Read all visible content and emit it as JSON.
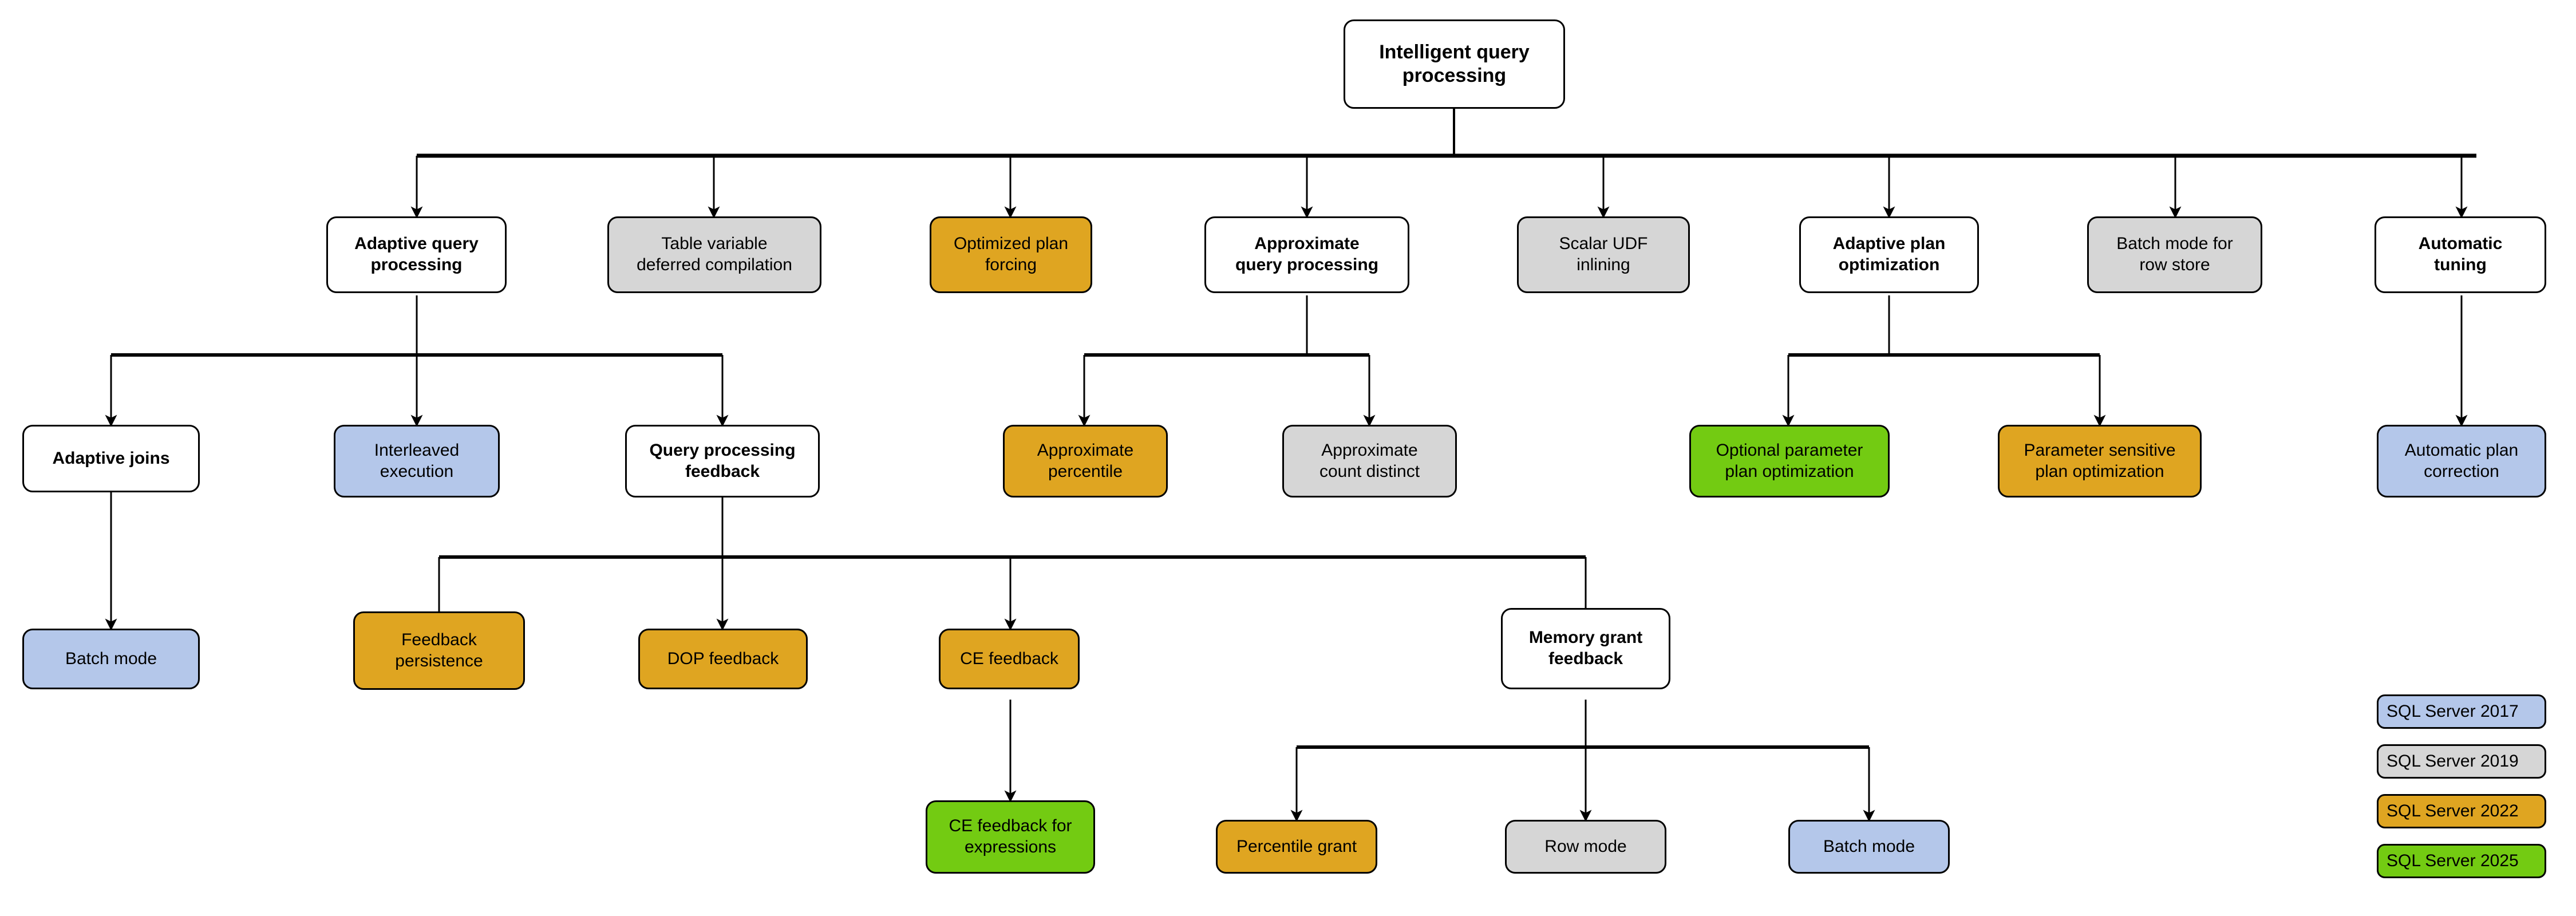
{
  "diagram": {
    "title": "Intelligent query processing",
    "palette": {
      "white": "#ffffff",
      "gray": "#d6d6d6",
      "orange": "#dfa521",
      "blue": "#b4c7ea",
      "green": "#73cb12",
      "stroke": "#000000"
    },
    "nodes": {
      "root": "Intelligent query\nprocessing",
      "adaptive_query_processing": "Adaptive query\nprocessing",
      "table_variable_deferred_compilation": "Table variable\ndeferred compilation",
      "optimized_plan_forcing": "Optimized plan\nforcing",
      "approximate_query_processing": "Approximate\nquery processing",
      "scalar_udf_inlining": "Scalar UDF\ninlining",
      "adaptive_plan_optimization": "Adaptive plan\noptimization",
      "batch_mode_for_row_store": "Batch mode for\nrow store",
      "automatic_tuning": "Automatic\ntuning",
      "adaptive_joins": "Adaptive joins",
      "interleaved_execution": "Interleaved\nexecution",
      "query_processing_feedback": "Query processing\nfeedback",
      "approximate_percentile": "Approximate\npercentile",
      "approximate_count_distinct": "Approximate\ncount distinct",
      "optional_parameter_plan_optimization": "Optional parameter\nplan optimization",
      "parameter_sensitive_plan_optimization": "Parameter sensitive\nplan optimization",
      "automatic_plan_correction": "Automatic plan\ncorrection",
      "batch_mode": "Batch mode",
      "feedback_persistence": "Feedback\npersistence",
      "dop_feedback": "DOP feedback",
      "ce_feedback": "CE feedback",
      "memory_grant_feedback": "Memory grant\nfeedback",
      "ce_feedback_for_expressions": "CE feedback for\nexpressions",
      "percentile_grant": "Percentile grant",
      "row_mode": "Row mode",
      "batch_mode_2": "Batch mode"
    },
    "legend": {
      "items": [
        {
          "label": "SQL Server 2017",
          "color": "#b4c7ea"
        },
        {
          "label": "SQL Server 2019",
          "color": "#d6d6d6"
        },
        {
          "label": "SQL Server 2022",
          "color": "#dfa521"
        },
        {
          "label": "SQL Server 2025",
          "color": "#73cb12"
        }
      ]
    }
  }
}
